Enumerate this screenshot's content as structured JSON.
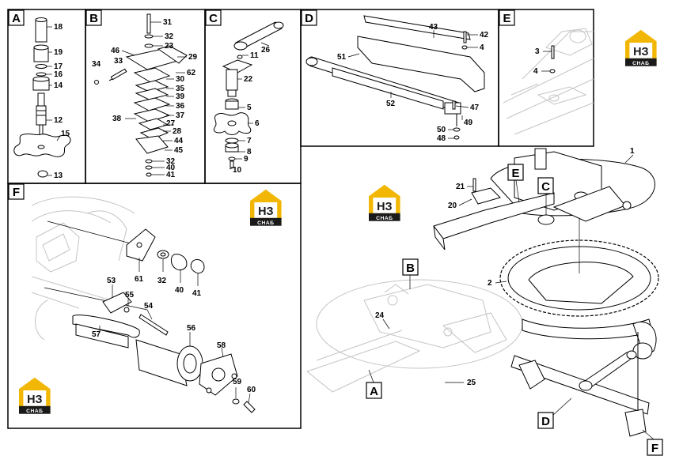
{
  "panels": {
    "A": {
      "label": "A",
      "parts": [
        "18",
        "19",
        "17",
        "16",
        "14",
        "12",
        "15",
        "13"
      ]
    },
    "B": {
      "label": "B",
      "parts": [
        "31",
        "32",
        "23",
        "46",
        "29",
        "62",
        "34",
        "33",
        "30",
        "35",
        "39",
        "36",
        "37",
        "38",
        "27",
        "28",
        "44",
        "45",
        "32",
        "40",
        "41"
      ]
    },
    "C": {
      "label": "C",
      "parts": [
        "26",
        "11",
        "22",
        "5",
        "6",
        "7",
        "8",
        "9",
        "10"
      ]
    },
    "D": {
      "label": "D",
      "parts": [
        "43",
        "42",
        "4",
        "51",
        "47",
        "52",
        "49",
        "50",
        "48"
      ]
    },
    "E": {
      "label": "E",
      "parts": [
        "3",
        "4"
      ]
    },
    "F": {
      "label": "F",
      "parts": [
        "61",
        "32",
        "40",
        "41",
        "53",
        "55",
        "54",
        "56",
        "57",
        "58",
        "59",
        "60"
      ]
    },
    "main": {
      "parts": [
        "1",
        "21",
        "20",
        "2",
        "24",
        "25"
      ],
      "callouts": [
        "E",
        "C",
        "B",
        "A",
        "D",
        "F"
      ]
    }
  },
  "logo": {
    "main": "НЗ",
    "sub": "СНАБ",
    "accent": "#f2b705",
    "dark": "#1a1a1a"
  }
}
